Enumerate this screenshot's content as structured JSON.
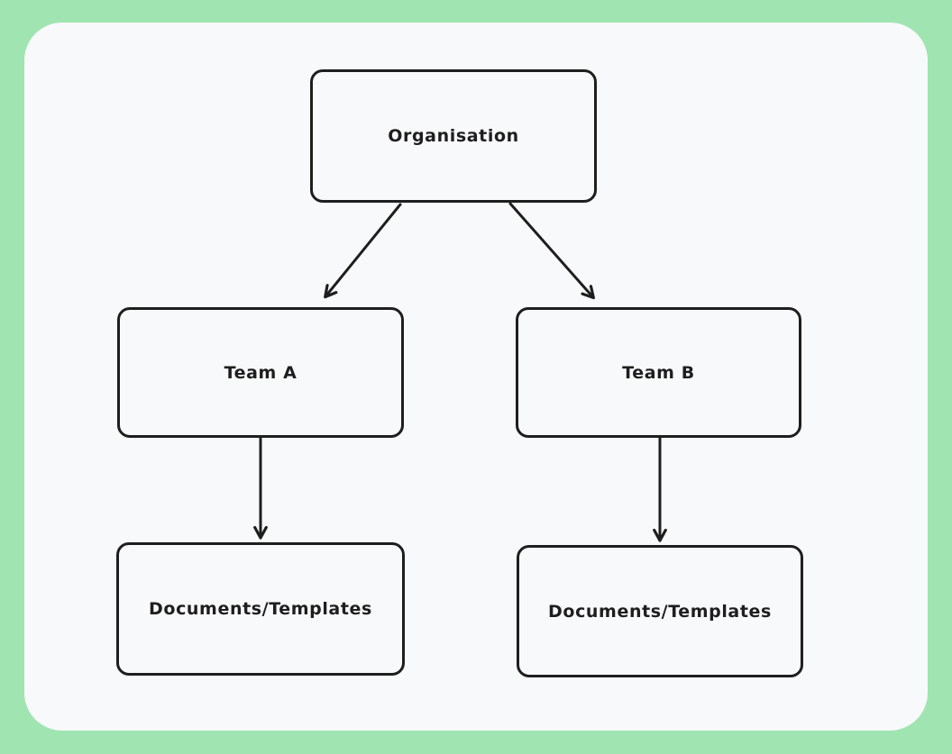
{
  "colors": {
    "frame": "#a0e5b1",
    "canvas": "#f8f9fa",
    "stroke": "#1e1e1e",
    "text": "#1e1e1e"
  },
  "diagram": {
    "nodes": [
      {
        "id": "organisation",
        "label": "Organisation"
      },
      {
        "id": "team-a",
        "label": "Team A"
      },
      {
        "id": "team-b",
        "label": "Team B"
      },
      {
        "id": "documents-a",
        "label": "Documents/Templates"
      },
      {
        "id": "documents-b",
        "label": "Documents/Templates"
      }
    ],
    "edges": [
      {
        "from": "organisation",
        "to": "team-a"
      },
      {
        "from": "organisation",
        "to": "team-b"
      },
      {
        "from": "team-a",
        "to": "documents-a"
      },
      {
        "from": "team-b",
        "to": "documents-b"
      }
    ]
  }
}
